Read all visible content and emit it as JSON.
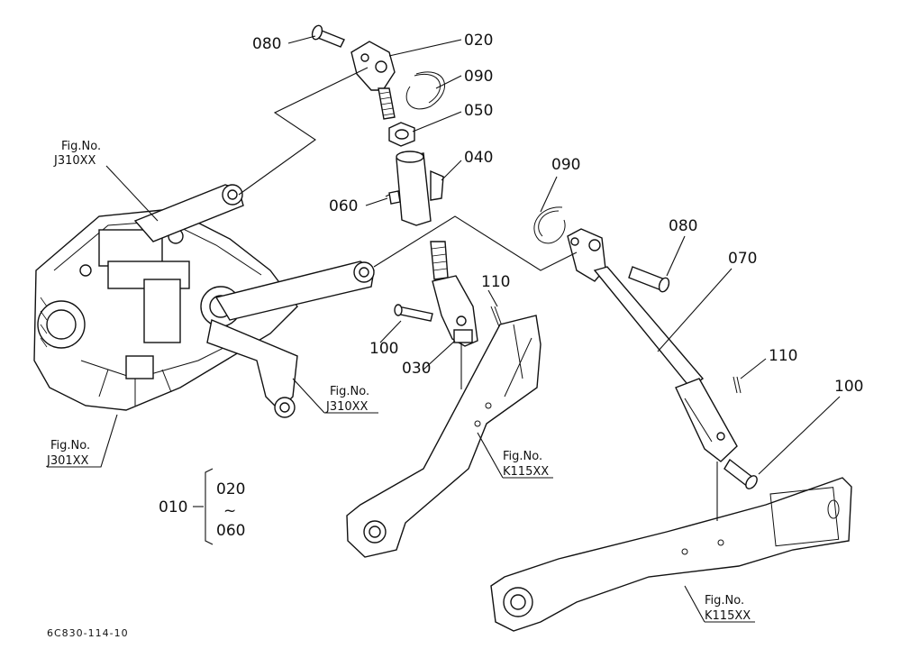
{
  "diagram": {
    "doc_code": "6C830-114-10",
    "part_labels": {
      "p080_top": "080",
      "p020": "020",
      "p090_top": "090",
      "p050": "050",
      "p040": "040",
      "p060": "060",
      "p110_left": "110",
      "p100_left": "100",
      "p030": "030",
      "p090_right": "090",
      "p080_right": "080",
      "p070": "070",
      "p110_right": "110",
      "p100_right": "100"
    },
    "assembly": {
      "main": "010",
      "from": "020",
      "tilde": "~",
      "to": "060"
    },
    "fig_refs": [
      {
        "title": "Fig.No.",
        "code": "J310XX"
      },
      {
        "title": "Fig.No.",
        "code": "J310XX"
      },
      {
        "title": "Fig.No.",
        "code": "J301XX"
      },
      {
        "title": "Fig.No.",
        "code": "K115XX"
      },
      {
        "title": "Fig.No.",
        "code": "K115XX"
      }
    ]
  }
}
